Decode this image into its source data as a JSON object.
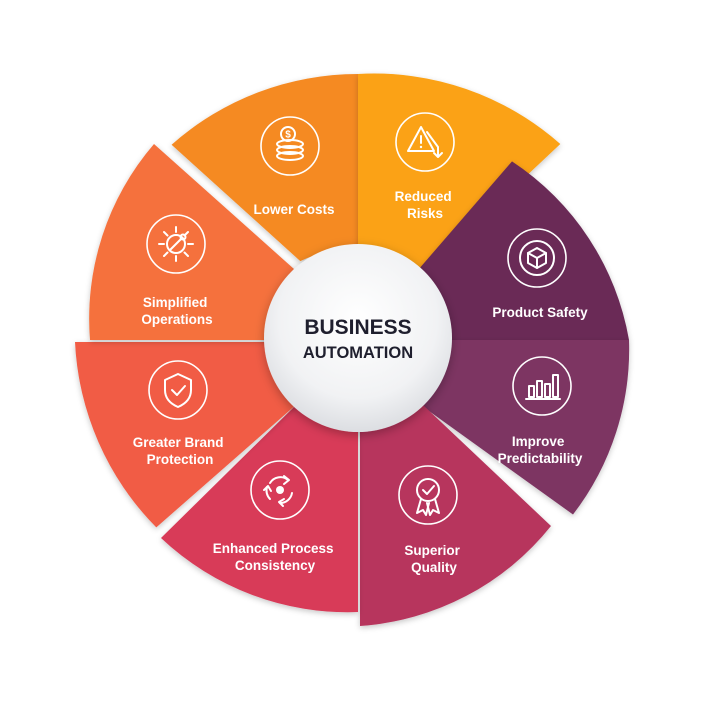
{
  "center": {
    "line1": "BUSINESS",
    "line2": "AUTOMATION"
  },
  "segments": [
    {
      "line1": "Lower Costs",
      "line2": "",
      "color": "#f58a24",
      "icon": "coins-dollar-icon"
    },
    {
      "line1": "Reduced",
      "line2": "Risks",
      "color": "#fba214",
      "icon": "warning-down-arrow-icon"
    },
    {
      "line1": "Product Safety",
      "line2": "",
      "color": "#6b2a56",
      "icon": "box-cube-icon"
    },
    {
      "line1": "Improve",
      "line2": "Predictability",
      "color": "#7d3462",
      "icon": "bar-chart-icon"
    },
    {
      "line1": "Superior",
      "line2": "Quality",
      "color": "#b7345d",
      "icon": "award-ribbon-icon"
    },
    {
      "line1": "Enhanced Process",
      "line2": "Consistency",
      "color": "#d83a58",
      "icon": "cycle-arrows-icon"
    },
    {
      "line1": "Greater Brand",
      "line2": "Protection",
      "color": "#f15b45",
      "icon": "shield-check-icon"
    },
    {
      "line1": "Simplified",
      "line2": "Operations",
      "color": "#f5713c",
      "icon": "gear-wrench-icon"
    }
  ]
}
